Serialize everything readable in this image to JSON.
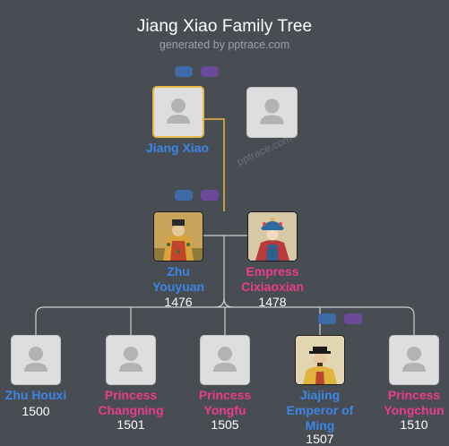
{
  "header": {
    "title": "Jiang Xiao Family Tree",
    "subtitle": "generated by pptrace.com"
  },
  "watermark": "pptrace.com",
  "colors": {
    "background": "#484c53",
    "male": "#3b86e6",
    "female": "#ea3c8c",
    "selected_border": "#e8b845",
    "main_line": "#e8b845",
    "link_line": "#d0d0d0",
    "pill_blue": "#3e6aa8",
    "pill_purple": "#6b4a9c"
  },
  "people": {
    "jiang_xiao": {
      "name": "Jiang Xiao",
      "year": "",
      "gender": "male",
      "selected": true,
      "icon": "person-placeholder-icon"
    },
    "spouse": {
      "name": "",
      "year": "",
      "gender": "unknown",
      "icon": "person-placeholder-icon"
    },
    "zhu_youyuan": {
      "name_line1": "Zhu",
      "name_line2": "Youyuan",
      "year": "1476",
      "gender": "male",
      "icon": "portrait-emperor-icon"
    },
    "empress_cixiaoxian": {
      "name_line1": "Empress",
      "name_line2": "Cixiaoxian",
      "year": "1478",
      "gender": "female",
      "icon": "portrait-empress-icon"
    },
    "zhu_houxi": {
      "name_line1": "Zhu Houxi",
      "year": "1500",
      "gender": "male",
      "icon": "person-placeholder-icon"
    },
    "princess_changning": {
      "name_line1": "Princess",
      "name_line2": "Changning",
      "year": "1501",
      "gender": "female",
      "icon": "person-placeholder-icon"
    },
    "princess_yongfu": {
      "name_line1": "Princess",
      "name_line2": "Yongfu",
      "year": "1505",
      "gender": "female",
      "icon": "person-placeholder-icon"
    },
    "jiajing": {
      "name_line1": "Jiajing",
      "name_line2": "Emperor of",
      "name_line3": "Ming",
      "year": "1507",
      "gender": "male",
      "icon": "portrait-jiajing-icon"
    },
    "princess_yongchun": {
      "name_line1": "Princess",
      "name_line2": "Yongchun",
      "year": "1510",
      "gender": "female",
      "icon": "person-placeholder-icon"
    }
  }
}
